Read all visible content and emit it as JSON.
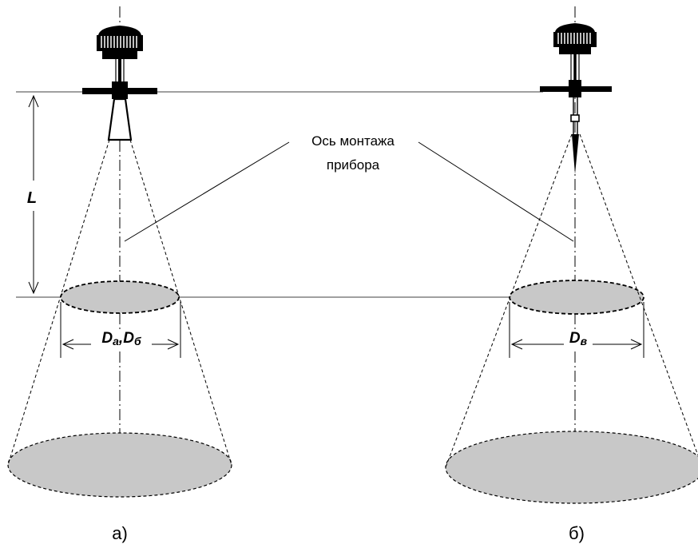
{
  "labels": {
    "axis_line1": "Ось  монтажа",
    "axis_line2": "прибора",
    "length": "L",
    "dim_left_a": "D",
    "dim_left_sub_a": "a",
    "dim_left_sep": ",",
    "dim_left_b": "D",
    "dim_left_sub_b": "б",
    "dim_right": "D",
    "dim_right_sub": "в",
    "caption_left": "а)",
    "caption_right": "б)"
  },
  "colors": {
    "line": "#000000",
    "spot": "#c8c8c8",
    "guide": "#7a7a7a"
  }
}
